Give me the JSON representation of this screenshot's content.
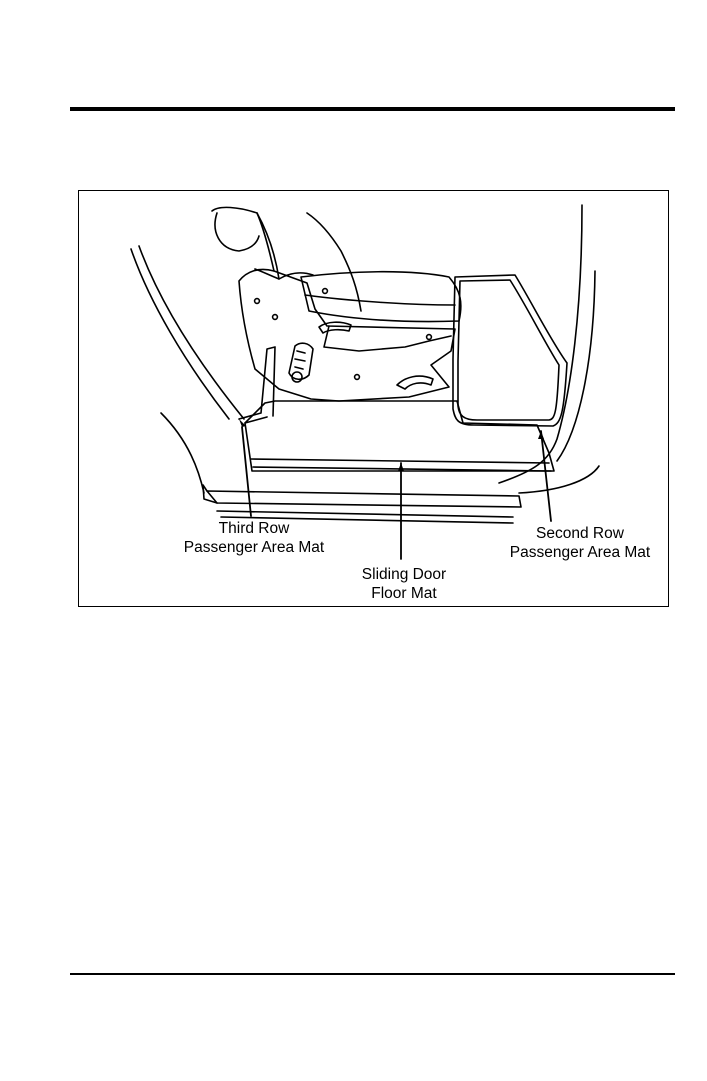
{
  "figure": {
    "illustration": "van-floor-mats-illustration",
    "labels": {
      "third_row": {
        "line1": "Third Row",
        "line2": "Passenger Area Mat"
      },
      "sliding_door": {
        "line1": "Sliding Door",
        "line2": "Floor Mat"
      },
      "second_row": {
        "line1": "Second Row",
        "line2": "Passenger Area Mat"
      }
    }
  },
  "colors": {
    "ink": "#000000",
    "paper": "#ffffff"
  }
}
